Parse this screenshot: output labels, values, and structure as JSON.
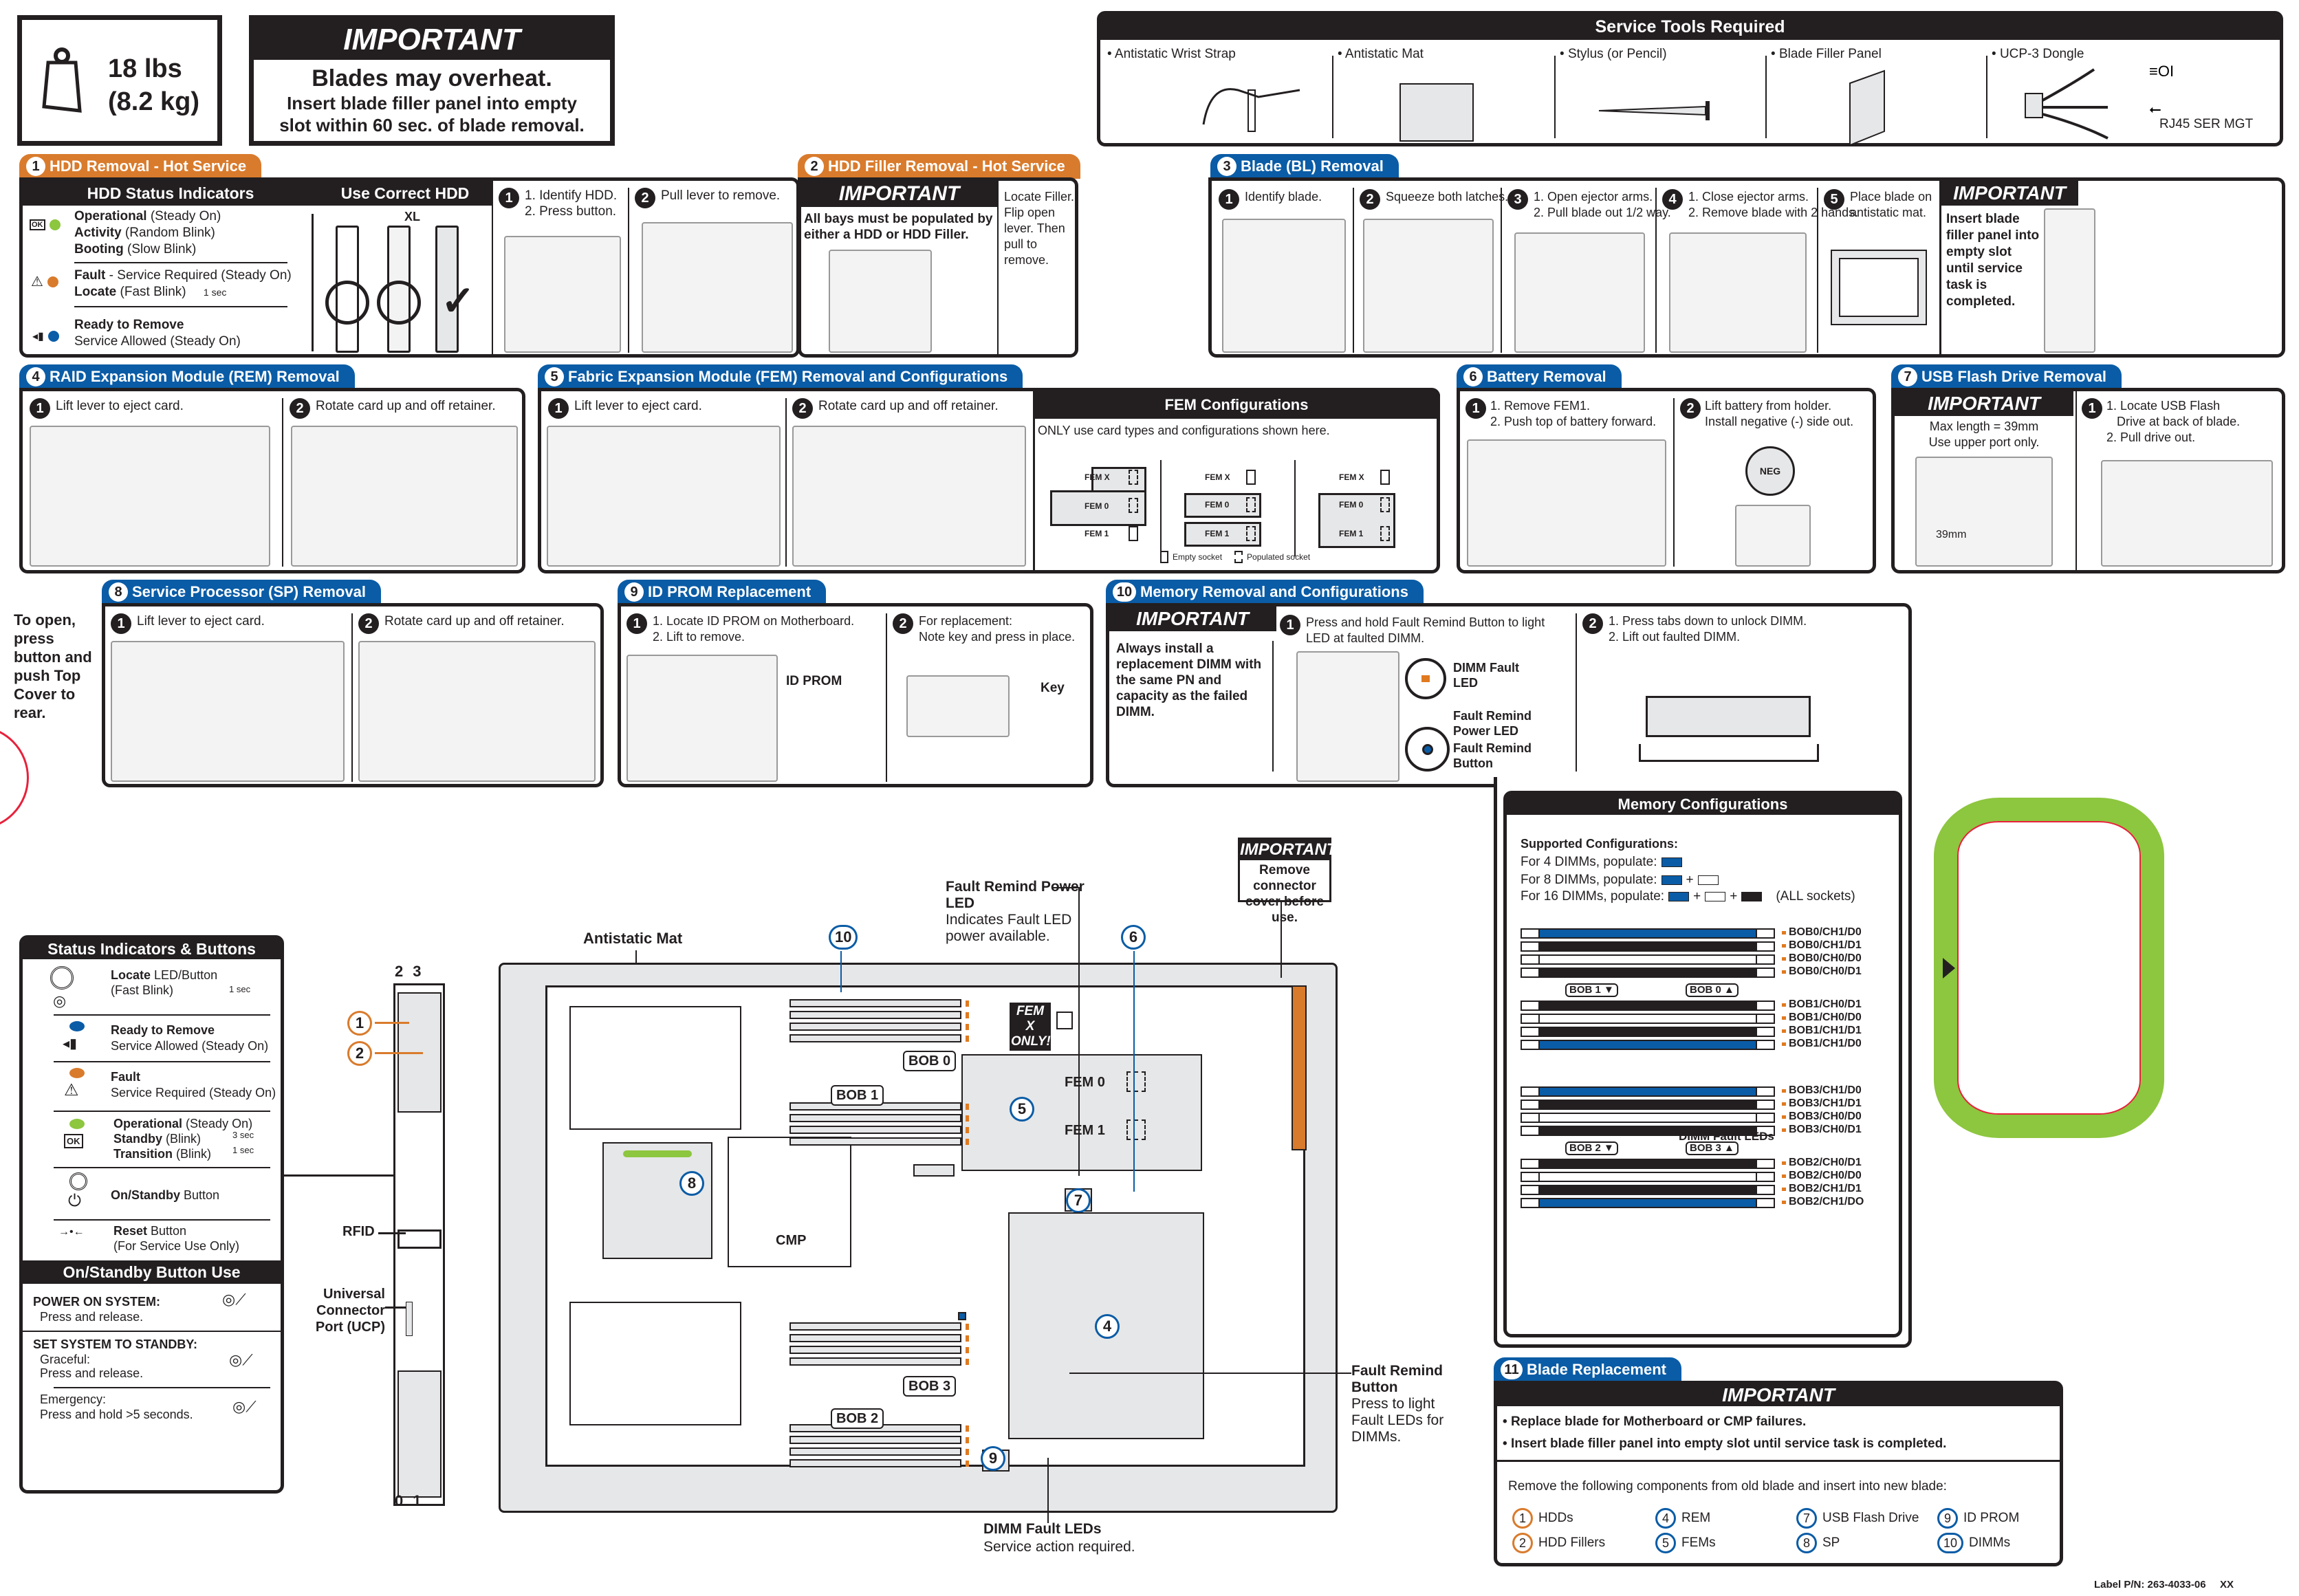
{
  "weight": {
    "lbs": "18 lbs",
    "kg": "(8.2 kg)"
  },
  "top_important": {
    "title": "IMPORTANT",
    "headline": "Blades may overheat.",
    "line1": "Insert blade filler panel into empty",
    "line2": "slot within 60 sec. of blade removal."
  },
  "service_tools": {
    "title": "Service Tools Required",
    "items": [
      "Antistatic Wrist Strap",
      "Antistatic Mat",
      "Stylus (or Pencil)",
      "Blade Filler Panel",
      "UCP-3 Dongle"
    ],
    "dongle_label": "RJ45 SER MGT"
  },
  "sec1": {
    "num": "1",
    "title": "HDD Removal - Hot Service",
    "status_header": "HDD Status Indicators",
    "correct_header": "Use Correct HDD",
    "xl_label": "XL",
    "operational": "Operational",
    "operational_desc": "(Steady On)",
    "activity": "Activity",
    "activity_desc": "(Random Blink)",
    "booting": "Booting",
    "booting_desc": "(Slow Blink)",
    "fault": "Fault",
    "fault_desc": "- Service Required (Steady On)",
    "locate": "Locate",
    "locate_desc": "(Fast Blink)",
    "one_sec": "1 sec",
    "ready": "Ready to Remove",
    "ready_desc": "Service Allowed (Steady On)",
    "step1_line1": "1. Identify HDD.",
    "step1_line2": "2. Press button.",
    "step2": "Pull lever to remove."
  },
  "sec2": {
    "num": "2",
    "title": "HDD Filler Removal - Hot Service",
    "important": "IMPORTANT",
    "note": "All bays must be populated by either a HDD or HDD Filler.",
    "instr1": "Locate Filler. Flip open lever.",
    "instr2": "Then pull to remove."
  },
  "sec3": {
    "num": "3",
    "title": "Blade (BL) Removal",
    "steps": [
      {
        "n": "1",
        "l1": "Identify blade.",
        "l2": ""
      },
      {
        "n": "2",
        "l1": "Squeeze both latches.",
        "l2": ""
      },
      {
        "n": "3",
        "l1": "1. Open ejector arms.",
        "l2": "2. Pull blade out 1/2 way."
      },
      {
        "n": "4",
        "l1": "1. Close ejector arms.",
        "l2": "2. Remove blade with 2 hands."
      },
      {
        "n": "5",
        "l1": "Place blade on",
        "l2": "antistatic mat."
      }
    ],
    "important": "IMPORTANT",
    "important_text": "Insert blade filler panel into empty slot until service task is completed."
  },
  "sec4": {
    "num": "4",
    "title": "RAID Expansion Module (REM) Removal",
    "step1": "Lift lever to eject card.",
    "step2": "Rotate card up and off retainer."
  },
  "sec5": {
    "num": "5",
    "title": "Fabric Expansion Module (FEM) Removal and Configurations",
    "step1": "Lift lever to eject card.",
    "step2": "Rotate card up and off retainer.",
    "config_title": "FEM Configurations",
    "config_note": "ONLY use card types and configurations shown here.",
    "fem_x": "FEM X",
    "fem_0": "FEM 0",
    "fem_1": "FEM 1",
    "legend_empty": "Empty socket",
    "legend_populated": "Populated socket"
  },
  "sec6": {
    "num": "6",
    "title": "Battery Removal",
    "step1_l1": "1. Remove FEM1.",
    "step1_l2": "2. Push top of battery forward.",
    "step2_l1": "Lift battery from holder.",
    "step2_l2": "Install negative (-) side out.",
    "neg_label": "NEG"
  },
  "sec7": {
    "num": "7",
    "title": "USB Flash Drive Removal",
    "important": "IMPORTANT",
    "imp_l1": "Max length = 39mm",
    "imp_l2": "Use upper port only.",
    "dim": "39mm",
    "step1_l1": "1. Locate USB Flash",
    "step1_l2": "Drive at back of blade.",
    "step1_l3": "2. Pull drive out."
  },
  "open_cover": "To open, press button and push Top Cover to rear.",
  "sec8": {
    "num": "8",
    "title": "Service Processor (SP) Removal",
    "step1": "Lift lever to eject card.",
    "step2": "Rotate card up and off retainer."
  },
  "sec9": {
    "num": "9",
    "title": "ID PROM Replacement",
    "step1_l1": "1. Locate ID PROM on Motherboard.",
    "step1_l2": "2. Lift to remove.",
    "step2_l1": "For replacement:",
    "step2_l2": "Note key and press in place.",
    "idprom_label": "ID PROM",
    "key_label": "Key"
  },
  "sec10": {
    "num": "10",
    "title": "Memory Removal and Configurations",
    "important": "IMPORTANT",
    "important_text": "Always install a replacement DIMM with the same PN and capacity as the failed DIMM.",
    "step1": "Press and hold Fault Remind Button to light LED at faulted DIMM.",
    "dimm_fault_led": "DIMM Fault LED",
    "fault_remind_power_led": "Fault Remind Power LED",
    "fault_remind_button": "Fault Remind Button",
    "step2_l1": "1. Press tabs down to unlock DIMM.",
    "step2_l2": "2. Lift out faulted DIMM."
  },
  "memory_config": {
    "title": "Memory Configurations",
    "supported": "Supported Configurations:",
    "for4": "For 4 DIMMs, populate:",
    "for8": "For 8 DIMMs, populate:",
    "for16": "For 16 DIMMs, populate:",
    "all_sockets": "(ALL sockets)",
    "dimm_fault_leds": "DIMM Fault LEDs",
    "groups": [
      {
        "rows": [
          {
            "label": "BOB0/CH1/D0",
            "fill": "blue"
          },
          {
            "label": "BOB0/CH1/D1",
            "fill": "black"
          },
          {
            "label": "BOB0/CH0/D0",
            "fill": "white"
          },
          {
            "label": "BOB0/CH0/D1",
            "fill": "black"
          }
        ],
        "tags_after": [
          "BOB 1",
          "BOB 0"
        ]
      },
      {
        "rows": [
          {
            "label": "BOB1/CH0/D1",
            "fill": "black"
          },
          {
            "label": "BOB1/CH0/D0",
            "fill": "white"
          },
          {
            "label": "BOB1/CH1/D1",
            "fill": "black"
          },
          {
            "label": "BOB1/CH1/D0",
            "fill": "blue"
          }
        ]
      },
      {
        "rows": [
          {
            "label": "BOB3/CH1/D0",
            "fill": "blue"
          },
          {
            "label": "BOB3/CH1/D1",
            "fill": "black"
          },
          {
            "label": "BOB3/CH0/D0",
            "fill": "white"
          },
          {
            "label": "BOB3/CH0/D1",
            "fill": "black"
          }
        ],
        "tags_after": [
          "BOB 2",
          "BOB 3"
        ]
      },
      {
        "rows": [
          {
            "label": "BOB2/CH0/D1",
            "fill": "black"
          },
          {
            "label": "BOB2/CH0/D0",
            "fill": "white"
          },
          {
            "label": "BOB2/CH1/D1",
            "fill": "black"
          },
          {
            "label": "BOB2/CH1/DO",
            "fill": "blue"
          }
        ]
      }
    ]
  },
  "status_panel": {
    "title": "Status Indicators & Buttons",
    "rows": [
      {
        "bold": "Locate",
        "rest": " LED/Button",
        "sub": "(Fast Blink)",
        "timing": "1 sec"
      },
      {
        "bold": "Ready to Remove",
        "rest": "",
        "sub": "Service Allowed (Steady On)"
      },
      {
        "bold": "Fault",
        "rest": "",
        "sub": "Service Required (Steady On)"
      },
      {
        "bold": "Operational",
        "rest": " (Steady On)",
        "sub": ""
      },
      {
        "bold": "On/Standby",
        "rest": " Button",
        "sub": ""
      },
      {
        "bold": "Reset",
        "rest": " Button",
        "sub": "(For Service Use Only)"
      }
    ],
    "standby": "Standby",
    "standby_desc": "(Blink)",
    "standby_timing": "3 sec",
    "transition": "Transition",
    "transition_desc": "(Blink)",
    "transition_timing": "1 sec",
    "ok_label": "OK",
    "button_use_title": "On/Standby Button Use",
    "power_on": "POWER ON SYSTEM:",
    "power_on_desc": "Press and release.",
    "set_standby": "SET SYSTEM TO STANDBY:",
    "graceful": "Graceful:",
    "graceful_desc": "Press and release.",
    "emergency": "Emergency:",
    "emergency_desc": "Press and hold >5 seconds."
  },
  "board": {
    "antistatic_mat": "Antistatic Mat",
    "bay_top": [
      "2",
      "3"
    ],
    "bay_bottom": [
      "0",
      "1"
    ],
    "rfid": "RFID",
    "ucp": "Universal Connector Port (UCP)",
    "cmp": "CMP",
    "fem_x_only": "FEM X ONLY!",
    "fem0": "FEM 0",
    "fem1": "FEM 1",
    "bob0": "BOB 0",
    "bob1": "BOB 1",
    "bob2": "BOB 2",
    "bob3": "BOB 3",
    "callouts": [
      "1",
      "2",
      "4",
      "5",
      "6",
      "7",
      "8",
      "9",
      "10"
    ],
    "frpl_title": "Fault Remind Power LED",
    "frpl_desc": "Indicates Fault LED power available.",
    "important": "IMPORTANT",
    "connector_note": "Remove connector cover before use.",
    "frb_title": "Fault Remind Button",
    "frb_desc": "Press to light Fault LEDs for DIMMs.",
    "dfl_title": "DIMM Fault LEDs",
    "dfl_desc": "Service action required."
  },
  "sec11": {
    "num": "11",
    "title": "Blade Replacement",
    "important": "IMPORTANT",
    "bullet1": "Replace blade for Motherboard or CMP failures.",
    "bullet2": "Insert blade filler panel into empty slot until service task is completed.",
    "remove_note": "Remove the following components from old blade and insert into new blade:",
    "components": [
      {
        "n": "1",
        "label": "HDDs",
        "color": "orange"
      },
      {
        "n": "2",
        "label": "HDD Fillers",
        "color": "orange"
      },
      {
        "n": "4",
        "label": "REM",
        "color": "blue"
      },
      {
        "n": "5",
        "label": "FEMs",
        "color": "blue"
      },
      {
        "n": "7",
        "label": "USB Flash Drive",
        "color": "blue"
      },
      {
        "n": "8",
        "label": "SP",
        "color": "blue"
      },
      {
        "n": "9",
        "label": "ID PROM",
        "color": "blue"
      },
      {
        "n": "10",
        "label": "DIMMs",
        "color": "blue"
      }
    ]
  },
  "footer": {
    "label_pn": "Label P/N: 263-4033-06",
    "rev": "XX"
  },
  "colors": {
    "orange": "#d97b2c",
    "blue": "#0a5ca6",
    "green": "#8dc63f",
    "black": "#231f20",
    "red": "#e8213b"
  }
}
